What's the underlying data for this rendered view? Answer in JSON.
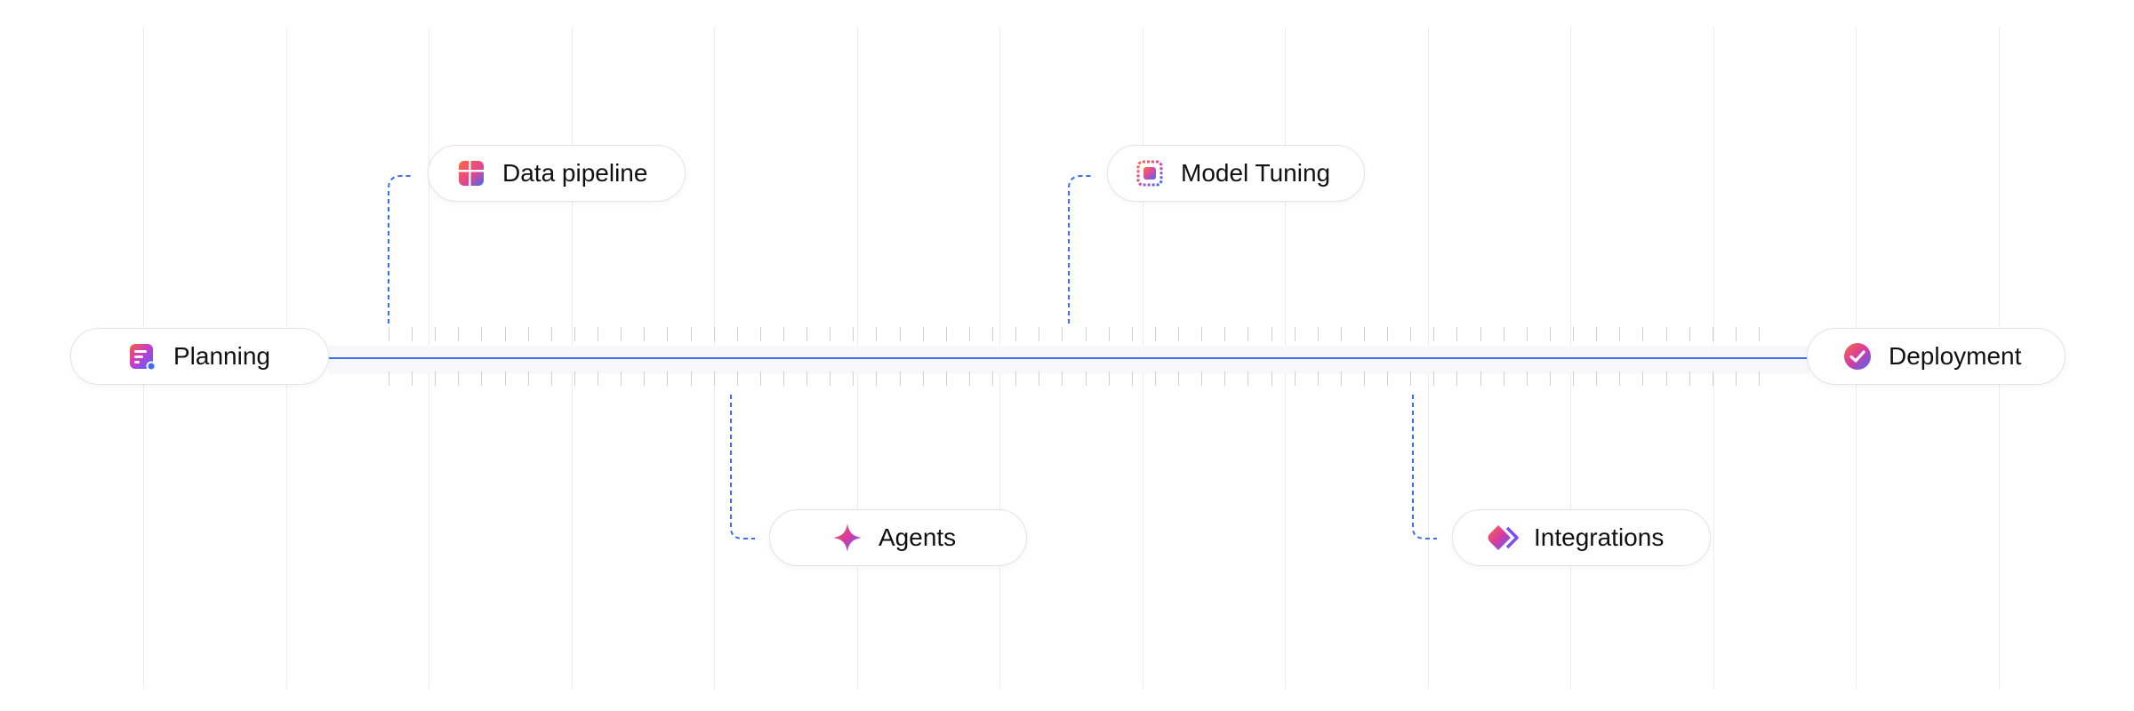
{
  "accent_color": "#3b6ef5",
  "nodes": {
    "planning": {
      "label": "Planning",
      "icon": "planning-doc-icon"
    },
    "data_pipeline": {
      "label": "Data pipeline",
      "icon": "table-grid-icon"
    },
    "model_tuning": {
      "label": "Model Tuning",
      "icon": "tuning-card-icon"
    },
    "agents": {
      "label": "Agents",
      "icon": "sparkle-star-icon"
    },
    "integrations": {
      "label": "Integrations",
      "icon": "layered-diamonds-icon"
    },
    "deployment": {
      "label": "Deployment",
      "icon": "check-circle-icon"
    }
  }
}
